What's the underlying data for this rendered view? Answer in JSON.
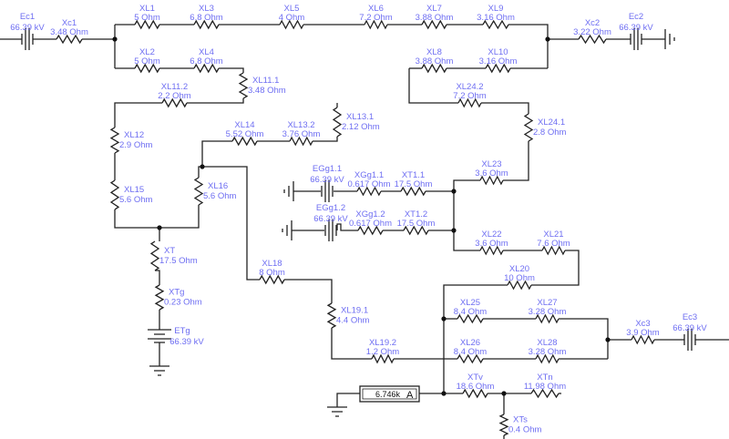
{
  "diagram": {
    "wire_color": "#222222",
    "label_color": "#6e6ef2",
    "components": [
      {
        "id": "Ec1",
        "value": "66.39 kV"
      },
      {
        "id": "Xc1",
        "value": "3.48  Ohm"
      },
      {
        "id": "XL1",
        "value": "5  Ohm"
      },
      {
        "id": "XL3",
        "value": "6.8  Ohm"
      },
      {
        "id": "XL5",
        "value": "4  Ohm"
      },
      {
        "id": "XL6",
        "value": "7.2  Ohm"
      },
      {
        "id": "XL7",
        "value": "3.88  Ohm"
      },
      {
        "id": "XL9",
        "value": "3.16  Ohm"
      },
      {
        "id": "Xc2",
        "value": "3.22  Ohm"
      },
      {
        "id": "Ec2",
        "value": "66.39 kV"
      },
      {
        "id": "XL2",
        "value": "5  Ohm"
      },
      {
        "id": "XL4",
        "value": "6.8  Ohm"
      },
      {
        "id": "XL8",
        "value": "3.88  Ohm"
      },
      {
        "id": "XL10",
        "value": "3.16  Ohm"
      },
      {
        "id": "XL11.1",
        "value": "3.48  Ohm"
      },
      {
        "id": "XL11.2",
        "value": "2.2  Ohm"
      },
      {
        "id": "XL24.2",
        "value": "7.2  Ohm"
      },
      {
        "id": "XL24.1",
        "value": "2.8  Ohm"
      },
      {
        "id": "XL12",
        "value": "2.9  Ohm"
      },
      {
        "id": "XL14",
        "value": "5.52  Ohm"
      },
      {
        "id": "XL13.2",
        "value": "3.76  Ohm"
      },
      {
        "id": "XL13.1",
        "value": "2.12  Ohm"
      },
      {
        "id": "XL23",
        "value": "3.6  Ohm"
      },
      {
        "id": "XL15",
        "value": "5.6  Ohm"
      },
      {
        "id": "XL16",
        "value": "5.6  Ohm"
      },
      {
        "id": "EGg1.1",
        "value": "66.39 kV"
      },
      {
        "id": "XGg1.1",
        "value": "0.617  Ohm"
      },
      {
        "id": "XT1.1",
        "value": "17.5  Ohm"
      },
      {
        "id": "EGg1.2",
        "value": "66.39 kV"
      },
      {
        "id": "XGg1.2",
        "value": "0.617  Ohm"
      },
      {
        "id": "XT1.2",
        "value": "17.5  Ohm"
      },
      {
        "id": "XL22",
        "value": "3.6  Ohm"
      },
      {
        "id": "XL21",
        "value": "7.6  Ohm"
      },
      {
        "id": "XT",
        "value": "17.5  Ohm"
      },
      {
        "id": "XL18",
        "value": "8  Ohm"
      },
      {
        "id": "XL20",
        "value": "10  Ohm"
      },
      {
        "id": "XTg",
        "value": "0.23  Ohm"
      },
      {
        "id": "XL25",
        "value": "8.4  Ohm"
      },
      {
        "id": "XL27",
        "value": "3.28  Ohm"
      },
      {
        "id": "XL19.1",
        "value": "4.4  Ohm"
      },
      {
        "id": "Xc3",
        "value": "3.9  Ohm"
      },
      {
        "id": "Ec3",
        "value": "66.39 kV"
      },
      {
        "id": "ETg",
        "value": "66.39 kV"
      },
      {
        "id": "XL19.2",
        "value": "1.2  Ohm"
      },
      {
        "id": "XL26",
        "value": "8.4  Ohm"
      },
      {
        "id": "XL28",
        "value": "3.28  Ohm"
      },
      {
        "id": "XTv",
        "value": "18.6  Ohm"
      },
      {
        "id": "XTn",
        "value": "11.98  Ohm"
      },
      {
        "id": "XTs",
        "value": "0.4  Ohm"
      }
    ],
    "ammeter": {
      "reading": "6.746k",
      "unit": "A"
    }
  }
}
